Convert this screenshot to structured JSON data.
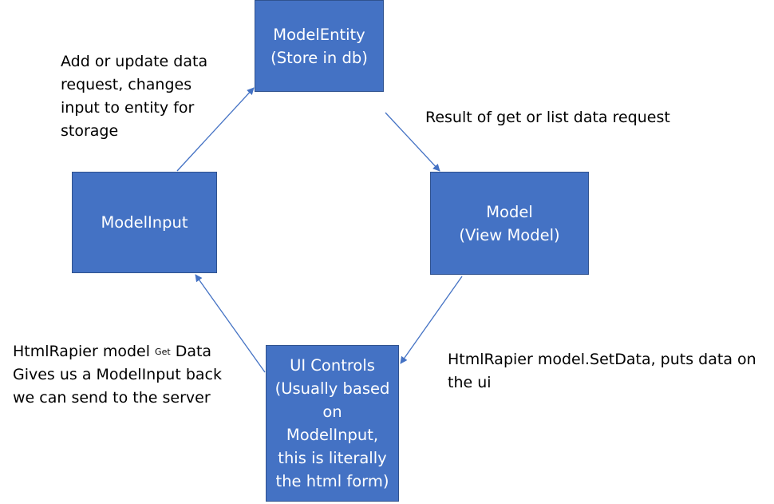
{
  "nodes": {
    "entity": {
      "lines": [
        "ModelEntity",
        "(Store in db)"
      ]
    },
    "input": {
      "lines": [
        "ModelInput"
      ]
    },
    "model": {
      "lines": [
        "Model",
        "(View Model)"
      ]
    },
    "controls": {
      "lines": [
        "UI Controls",
        "(Usually based",
        "on",
        "ModelInput,",
        "this is literally",
        "the html form)"
      ]
    }
  },
  "notes": {
    "top_left": {
      "lines": [
        "Add or update data",
        "request, changes",
        "input to entity for",
        "storage"
      ]
    },
    "top_right": {
      "lines": [
        "Result of get or list data request"
      ]
    },
    "bottom_left": {
      "line1_start": "HtmlRapier model ",
      "line1_small": "Get",
      "line1_end": " Data",
      "lines": [
        "Gives us a ModelInput back",
        "we can send to the server"
      ]
    },
    "bottom_right": {
      "lines": [
        "HtmlRapier model.SetData, puts data on",
        "the ui"
      ]
    }
  },
  "colors": {
    "box_fill": "#4472c4",
    "box_border": "#2f528f",
    "arrow": "#4472c4",
    "box_text": "#ffffff"
  }
}
